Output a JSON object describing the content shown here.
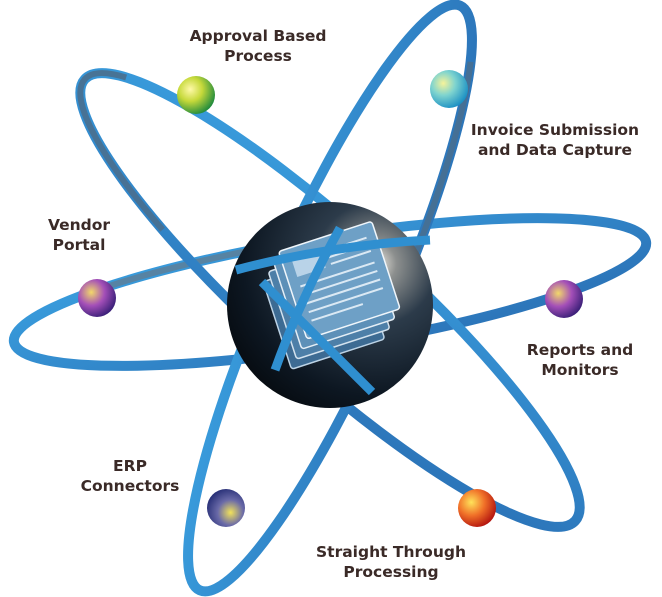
{
  "nodes": [
    {
      "id": "approval",
      "lines": [
        "Approval Based",
        "Process"
      ],
      "color": "yellow-green"
    },
    {
      "id": "invoice",
      "lines": [
        "Invoice Submission",
        "and Data Capture"
      ],
      "color": "cyan"
    },
    {
      "id": "vendor",
      "lines": [
        "Vendor",
        "Portal"
      ],
      "color": "purple"
    },
    {
      "id": "reports",
      "lines": [
        "Reports and",
        "Monitors"
      ],
      "color": "purple"
    },
    {
      "id": "erp",
      "lines": [
        "ERP",
        "Connectors"
      ],
      "color": "navy-yellow"
    },
    {
      "id": "stp",
      "lines": [
        "Straight Through",
        "Processing"
      ],
      "color": "red-orange"
    }
  ],
  "colors": {
    "orbit": "#2f8fd0",
    "orbit_dark": "#4a6f8e",
    "nucleus": "#1f2d3c",
    "label_text": "#3a2a27"
  },
  "nucleus_icon": "document-stack-icon"
}
